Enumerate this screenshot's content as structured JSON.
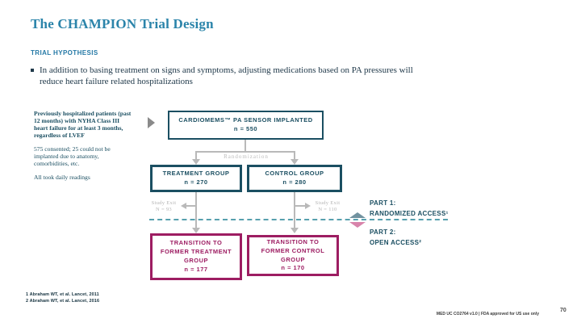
{
  "slide": {
    "title": "The CHAMPION Trial Design",
    "section_label": "TRIAL HYPOTHESIS",
    "hypothesis": "In addition to basing treatment on signs and symptoms, adjusting medications based on PA pressures will reduce heart failure related hospitalizations",
    "page_number": "70",
    "doc_code": "MED UC CO2764 v1.0 | FDA approved for US use only"
  },
  "left_notes": {
    "inclusion": "Previously hospitalized patients (past 12 months) with NYHA Class III heart failure for at least 3 months, regardless of LVEF",
    "consent": "575 consented; 25 could not be implanted due to anatomy, comorbidities, etc.",
    "readings": "All took daily readings"
  },
  "flow": {
    "implant": {
      "label": "CARDIOMEMS™ PA SENSOR IMPLANTED",
      "n": "n = 550"
    },
    "randomization_label": "Randomization",
    "treatment": {
      "label": "TREATMENT GROUP",
      "n": "n = 270"
    },
    "control": {
      "label": "CONTROL GROUP",
      "n": "n = 280"
    },
    "study_exit_left": {
      "label": "Study Exit",
      "n": "N = 93"
    },
    "study_exit_right": {
      "label": "Study Exit",
      "n": "N = 110"
    },
    "transition_treatment": {
      "line1": "TRANSITION TO",
      "line2": "FORMER TREATMENT",
      "line3": "GROUP",
      "n": "n = 177"
    },
    "transition_control": {
      "line1": "TRANSITION TO",
      "line2": "FORMER CONTROL",
      "line3": "GROUP",
      "n": "n = 170"
    },
    "part1": {
      "title": "PART 1:",
      "subtitle": "RANDOMIZED ACCESS¹"
    },
    "part2": {
      "title": "PART 2:",
      "subtitle": "OPEN ACCESS²"
    }
  },
  "footnotes": {
    "ref1": "1 Abraham WT, et al. Lancet, 2011",
    "ref2": "2 Abraham WT, et al. Lancet, 2016"
  },
  "colors": {
    "title_teal": "#2b84aa",
    "dark_teal": "#1b4f62",
    "magenta": "#9d1d62",
    "connector_gray": "#b9b9b9",
    "dashed_teal": "#57a0ae",
    "part1_triangle": "#71929f",
    "part2_triangle": "#d884ab"
  }
}
